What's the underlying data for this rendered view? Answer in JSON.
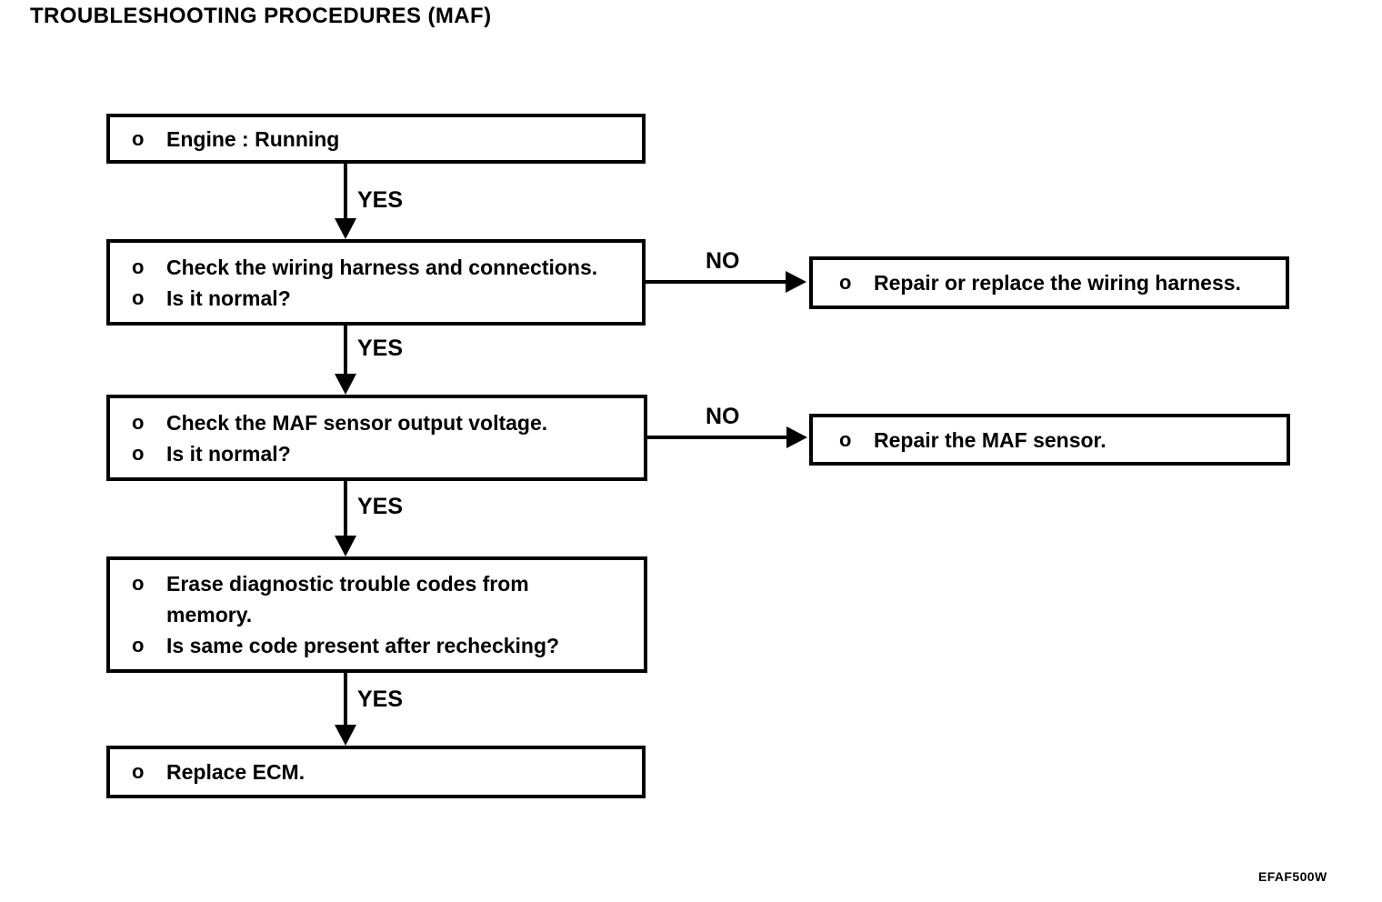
{
  "page": {
    "title": "TROUBLESHOOTING PROCEDURES (MAF)",
    "figure_code": "EFAF500W",
    "background_color": "#ffffff",
    "ink_color": "#000000"
  },
  "flowchart": {
    "bullet": "o",
    "labels": {
      "yes": "YES",
      "no": "NO"
    },
    "nodes": [
      {
        "id": "engine-running",
        "items": [
          "Engine : Running"
        ]
      },
      {
        "id": "check-wiring-harness",
        "items": [
          "Check the wiring harness and connections.",
          "Is it normal?"
        ]
      },
      {
        "id": "check-maf-output-voltage",
        "items": [
          "Check the MAF sensor output voltage.",
          "Is it normal?"
        ]
      },
      {
        "id": "erase-dtc",
        "items": [
          "Erase diagnostic trouble codes from memory.",
          "Is same code present after rechecking?"
        ]
      },
      {
        "id": "replace-ecm",
        "items": [
          "Replace ECM."
        ]
      },
      {
        "id": "repair-wiring-harness",
        "items": [
          "Repair or replace the wiring harness."
        ]
      },
      {
        "id": "repair-maf-sensor",
        "items": [
          "Repair the MAF sensor."
        ]
      }
    ],
    "edges": [
      {
        "from": "engine-running",
        "to": "check-wiring-harness",
        "label": "YES",
        "direction": "down"
      },
      {
        "from": "check-wiring-harness",
        "to": "check-maf-output-voltage",
        "label": "YES",
        "direction": "down"
      },
      {
        "from": "check-wiring-harness",
        "to": "repair-wiring-harness",
        "label": "NO",
        "direction": "right"
      },
      {
        "from": "check-maf-output-voltage",
        "to": "erase-dtc",
        "label": "YES",
        "direction": "down"
      },
      {
        "from": "check-maf-output-voltage",
        "to": "repair-maf-sensor",
        "label": "NO",
        "direction": "right"
      },
      {
        "from": "erase-dtc",
        "to": "replace-ecm",
        "label": "YES",
        "direction": "down"
      }
    ]
  }
}
